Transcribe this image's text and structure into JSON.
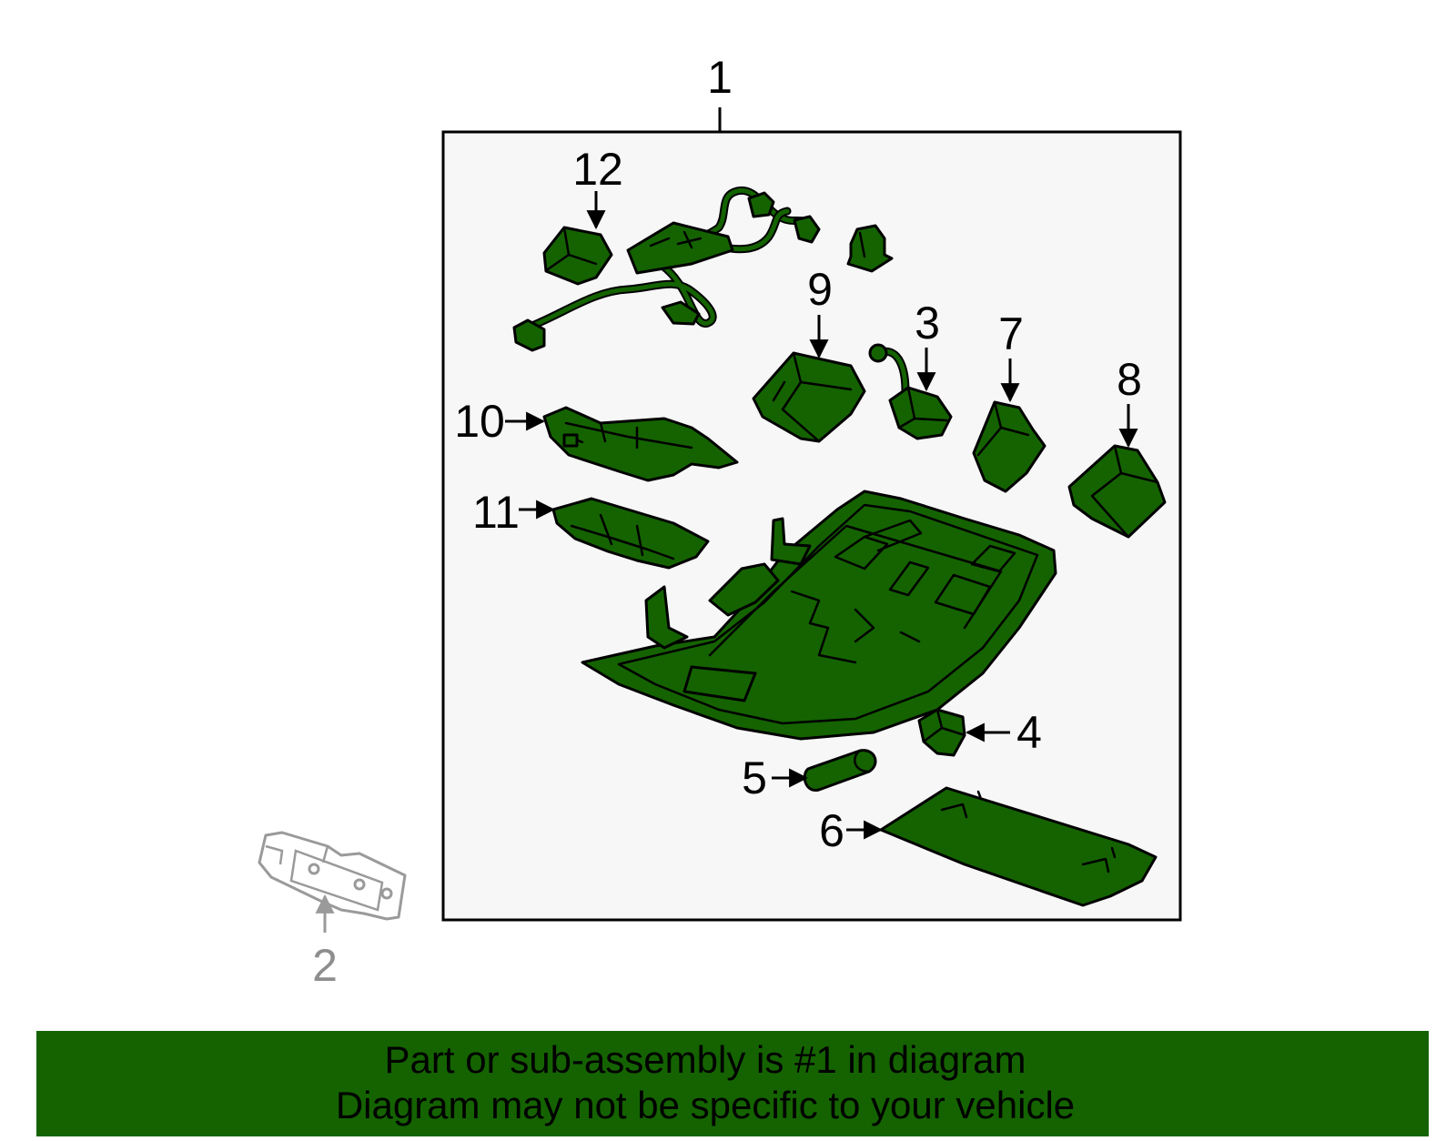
{
  "diagram": {
    "callouts": [
      "1",
      "2",
      "3",
      "4",
      "5",
      "6",
      "7",
      "8",
      "9",
      "10",
      "11",
      "12"
    ],
    "colors": {
      "part_fill": "#146300",
      "frame_bg": "#f7f7f7",
      "ghost_part": "#9a9a9a",
      "banner": "#146300"
    }
  },
  "banner": {
    "line1": "Part or sub-assembly is #1 in diagram",
    "line2": "Diagram may not be specific to your vehicle"
  }
}
